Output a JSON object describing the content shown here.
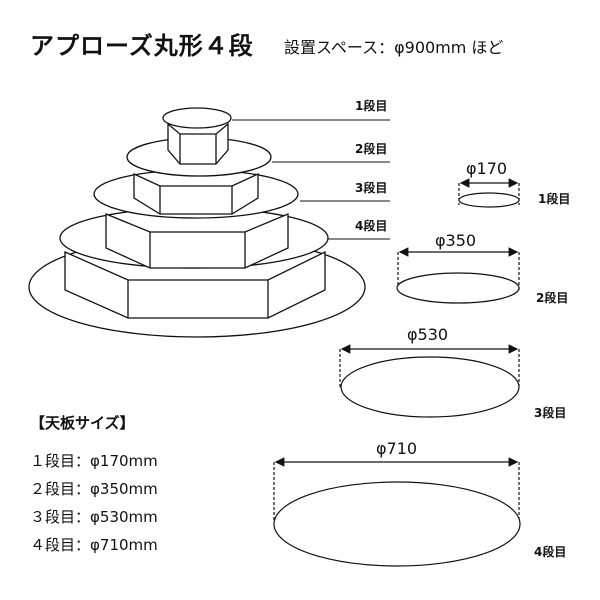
{
  "header": {
    "title": "アプローズ丸形４段",
    "subtitle": "設置スペース：φ900mm ほど"
  },
  "illustration": {
    "tier_labels": [
      "1段目",
      "2段目",
      "3段目",
      "4段目"
    ]
  },
  "tops": [
    {
      "diameter_label": "φ170",
      "tier_label": "1段目",
      "diameter_mm": 170
    },
    {
      "diameter_label": "φ350",
      "tier_label": "2段目",
      "diameter_mm": 350
    },
    {
      "diameter_label": "φ530",
      "tier_label": "3段目",
      "diameter_mm": 530
    },
    {
      "diameter_label": "φ710",
      "tier_label": "4段目",
      "diameter_mm": 710
    }
  ],
  "specs": {
    "heading": "【天板サイズ】",
    "rows": [
      "１段目：φ170mm",
      "２段目：φ350mm",
      "３段目：φ530mm",
      "４段目：φ710mm"
    ]
  },
  "colors": {
    "line": "#111111",
    "fill": "#ffffff"
  }
}
